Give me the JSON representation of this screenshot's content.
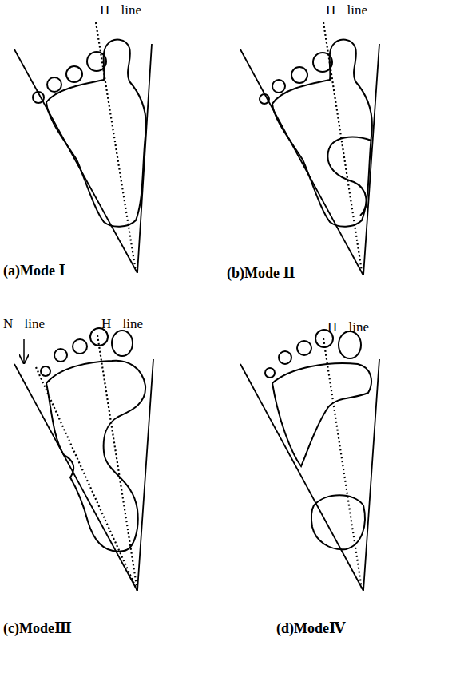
{
  "diagram": {
    "labels": [
      "H line",
      "(a)Mode Ⅰ",
      "H line",
      "(b)Mode Ⅱ",
      "N line",
      "H line",
      "(c)ModeⅢ",
      "H line",
      "(d)ModeⅣ"
    ]
  }
}
